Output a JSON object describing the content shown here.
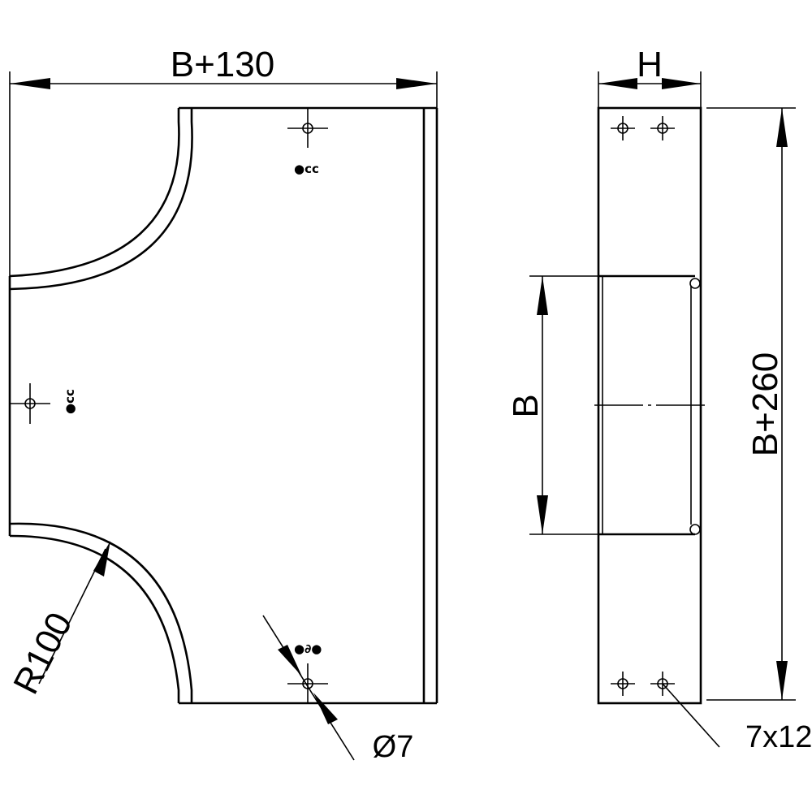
{
  "labels": {
    "top_width": "B+130",
    "side_height": "H",
    "side_length": "B+260",
    "branch_width": "B",
    "radius": "R100",
    "hole_diameter": "Ø7",
    "slot_size": "7x12"
  },
  "hole_markings": {
    "top": "●cc",
    "left": "●cc",
    "bottom": "●∂●"
  }
}
